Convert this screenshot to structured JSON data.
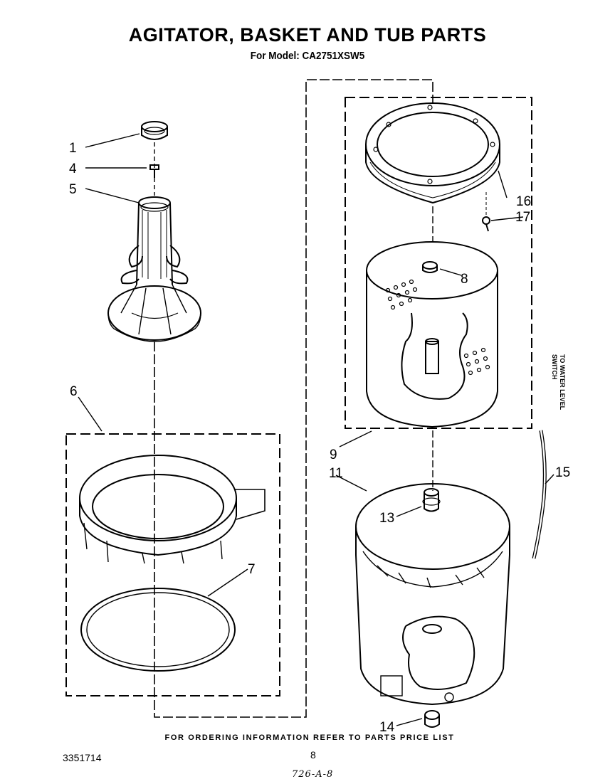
{
  "header": {
    "title": "AGITATOR, BASKET AND TUB PARTS",
    "subtitle": "For Model: CA2751XSW5"
  },
  "callouts": {
    "c1": "1",
    "c4": "4",
    "c5": "5",
    "c6": "6",
    "c7": "7",
    "c8": "8",
    "c9": "9",
    "c11": "11",
    "c13": "13",
    "c14": "14",
    "c15": "15",
    "c16": "16",
    "c17": "17"
  },
  "side_note": {
    "line1": "TO WATER LEVEL",
    "line2": "SWITCH"
  },
  "footer": {
    "ordering_note": "FOR ORDERING INFORMATION REFER TO PARTS PRICE LIST",
    "doc_number": "3351714",
    "page_number": "8",
    "handwritten_code": "726-A-8"
  }
}
